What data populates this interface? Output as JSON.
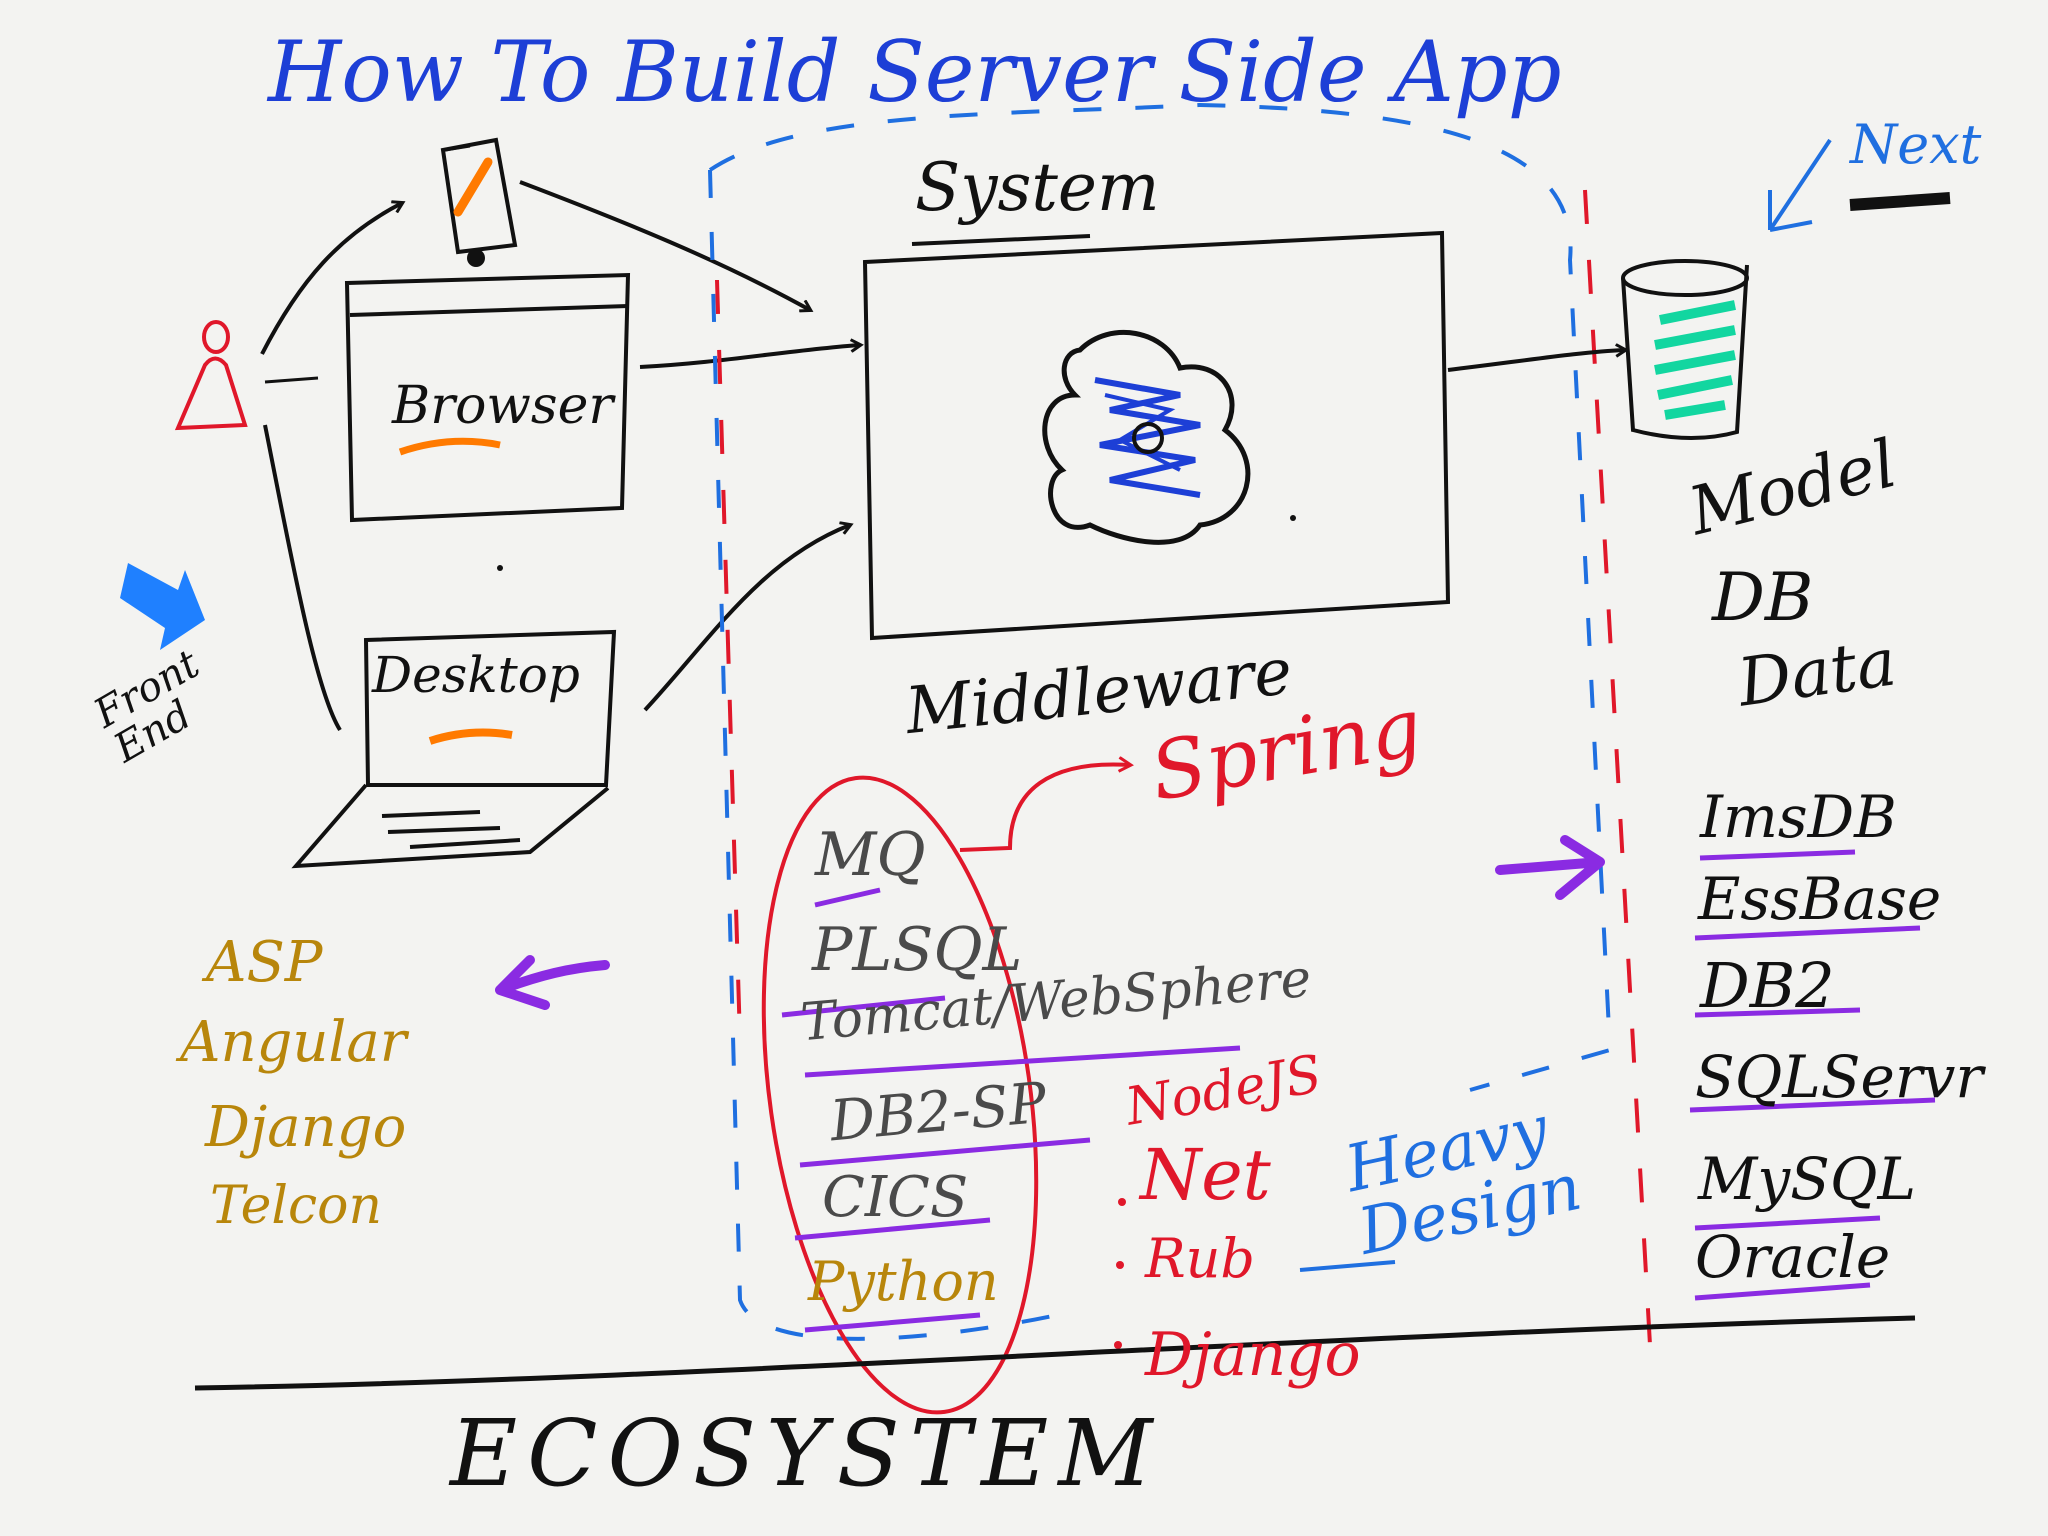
{
  "title": "How To Build Server Side App",
  "colors": {
    "title": "#1d3fd6",
    "ink": "#111111",
    "red": "#e0172a",
    "purple": "#8a2be2",
    "orange": "#ff7a00",
    "teal": "#12d6a0",
    "blue_dashed": "#1f6fe0",
    "gold": "#b8860b"
  },
  "labels": {
    "system": "System",
    "browser": "Browser",
    "desktop": "Desktop",
    "front_end": "Front End",
    "middleware": "Middleware",
    "spring": "Spring",
    "next": "Next",
    "heavy_design": "Heavy Design",
    "ecosystem": "ECOSYSTEM"
  },
  "model_stack": [
    "Model",
    "DB",
    "Data"
  ],
  "frontend_frameworks": [
    "ASP",
    "Angular",
    "Django",
    "Telcon"
  ],
  "middleware_items": [
    "MQ",
    "PLSQL",
    "Tomcat/WebSphere",
    "DB2-SP",
    "CICS",
    "Python"
  ],
  "alt_backends": [
    "NodeJS",
    "Net",
    "Rub",
    "Django"
  ],
  "databases": [
    "ImsDB",
    "EssBase",
    "DB2",
    "SQLServr",
    "MySQL",
    "Oracle"
  ],
  "icons": [
    "person-icon",
    "mobile-phone-icon",
    "browser-window-icon",
    "laptop-icon",
    "gear-icon",
    "database-cylinder-icon",
    "arrow-icon"
  ]
}
